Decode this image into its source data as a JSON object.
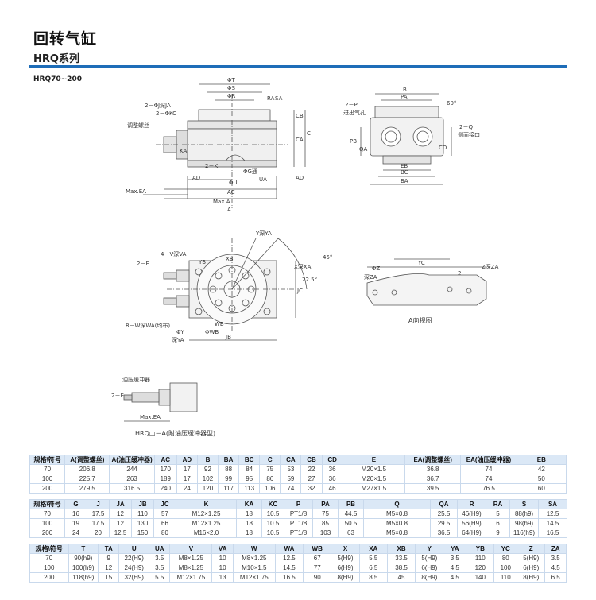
{
  "header": {
    "title": "回转气缸",
    "series": "HRQ系列",
    "model_range": "HRQ70~200"
  },
  "drawing": {
    "left_labels": [
      "ΦT",
      "ΦS",
      "ΦR",
      "2－ΦJ深JA",
      "2－ΦKC",
      "调整螺丝",
      "KA",
      "2－K",
      "ΦU",
      "ΦG通",
      "AD",
      "AC",
      "Max.EA",
      "Max.A",
      "A",
      "RA",
      "SA",
      "CB",
      "CA",
      "C",
      "UA",
      "AD"
    ],
    "right_labels": [
      "B",
      "PA",
      "60°",
      "2－P",
      "进出气孔",
      "2－Q",
      "侧面接口",
      "PB",
      "QA",
      "CD",
      "EB",
      "BC",
      "BA"
    ],
    "mid_labels": [
      "Y深YA",
      "X深XA",
      "2－E",
      "4－V深VA",
      "XB",
      "YB",
      "WB",
      "45°",
      "22.5°",
      "JC",
      "8－W深WA(均布)",
      "ΦY",
      "ΦWB",
      "深YA",
      "JB"
    ],
    "view_labels": [
      "ΦZ",
      "深ZA",
      "YC",
      "2",
      "Z深ZA"
    ],
    "view_caption": "A向视图",
    "buffer_labels": [
      "油压缓冲器",
      "2－E",
      "Max.EA"
    ],
    "buffer_caption": "HRQ□－A(附油压缓冲器型)"
  },
  "tables": [
    {
      "header": [
        "规格\\符号",
        "A(调整螺丝)",
        "A(油压缓冲器)",
        "AC",
        "AD",
        "B",
        "BA",
        "BC",
        "C",
        "CA",
        "CB",
        "CD",
        "E",
        "EA(调整螺丝)",
        "EA(油压缓冲器)",
        "EB"
      ],
      "widths": [
        44,
        56,
        56,
        28,
        26,
        26,
        26,
        26,
        26,
        26,
        26,
        26,
        78,
        70,
        70,
        62
      ],
      "rows": [
        [
          "70",
          "206.8",
          "244",
          "170",
          "17",
          "92",
          "88",
          "84",
          "75",
          "53",
          "22",
          "36",
          "M20×1.5",
          "36.8",
          "74",
          "42"
        ],
        [
          "100",
          "225.7",
          "263",
          "189",
          "17",
          "102",
          "99",
          "95",
          "86",
          "59",
          "27",
          "36",
          "M20×1.5",
          "36.7",
          "74",
          "50"
        ],
        [
          "200",
          "279.5",
          "316.5",
          "240",
          "24",
          "120",
          "117",
          "113",
          "106",
          "74",
          "32",
          "46",
          "M27×1.5",
          "39.5",
          "76.5",
          "60"
        ]
      ]
    },
    {
      "header": [
        "规格\\符号",
        "G",
        "J",
        "JA",
        "JB",
        "JC",
        "K",
        "KA",
        "KC",
        "P",
        "PA",
        "PB",
        "Q",
        "QA",
        "R",
        "RA",
        "S",
        "SA"
      ],
      "widths": [
        44,
        28,
        28,
        28,
        28,
        28,
        76,
        32,
        28,
        36,
        32,
        32,
        84,
        34,
        36,
        30,
        36,
        36
      ],
      "rows": [
        [
          "70",
          "16",
          "17.5",
          "12",
          "110",
          "57",
          "M12×1.25",
          "18",
          "10.5",
          "PT1/8",
          "75",
          "44.5",
          "M5×0.8",
          "25.5",
          "46(H9)",
          "5",
          "88(h9)",
          "12.5"
        ],
        [
          "100",
          "19",
          "17.5",
          "12",
          "130",
          "66",
          "M12×1.25",
          "18",
          "10.5",
          "PT1/8",
          "85",
          "50.5",
          "M5×0.8",
          "29.5",
          "56(H9)",
          "6",
          "98(h9)",
          "14.5"
        ],
        [
          "200",
          "24",
          "20",
          "12.5",
          "150",
          "80",
          "M16×2.0",
          "18",
          "10.5",
          "PT1/8",
          "103",
          "63",
          "M5×0.8",
          "36.5",
          "64(H9)",
          "9",
          "116(h9)",
          "16.5"
        ]
      ]
    },
    {
      "header": [
        "规格\\符号",
        "T",
        "TA",
        "U",
        "UA",
        "V",
        "VA",
        "W",
        "WA",
        "WB",
        "X",
        "XA",
        "XB",
        "Y",
        "YA",
        "YB",
        "YC",
        "Z",
        "ZA"
      ],
      "widths": [
        44,
        34,
        24,
        34,
        24,
        48,
        24,
        48,
        32,
        32,
        32,
        32,
        32,
        32,
        26,
        32,
        26,
        32,
        24
      ],
      "rows": [
        [
          "70",
          "90(h9)",
          "9",
          "22(H9)",
          "3.5",
          "M8×1.25",
          "10",
          "M8×1.25",
          "12.5",
          "67",
          "5(H9)",
          "5.5",
          "33.5",
          "5(H9)",
          "3.5",
          "110",
          "80",
          "5(H9)",
          "3.5"
        ],
        [
          "100",
          "100(h9)",
          "12",
          "24(H9)",
          "3.5",
          "M8×1.25",
          "10",
          "M10×1.5",
          "14.5",
          "77",
          "6(H9)",
          "6.5",
          "38.5",
          "6(H9)",
          "4.5",
          "120",
          "100",
          "6(H9)",
          "4.5"
        ],
        [
          "200",
          "118(h9)",
          "15",
          "32(H9)",
          "5.5",
          "M12×1.75",
          "13",
          "M12×1.75",
          "16.5",
          "90",
          "8(H9)",
          "8.5",
          "45",
          "8(H9)",
          "4.5",
          "140",
          "110",
          "8(H9)",
          "6.5"
        ]
      ]
    }
  ]
}
